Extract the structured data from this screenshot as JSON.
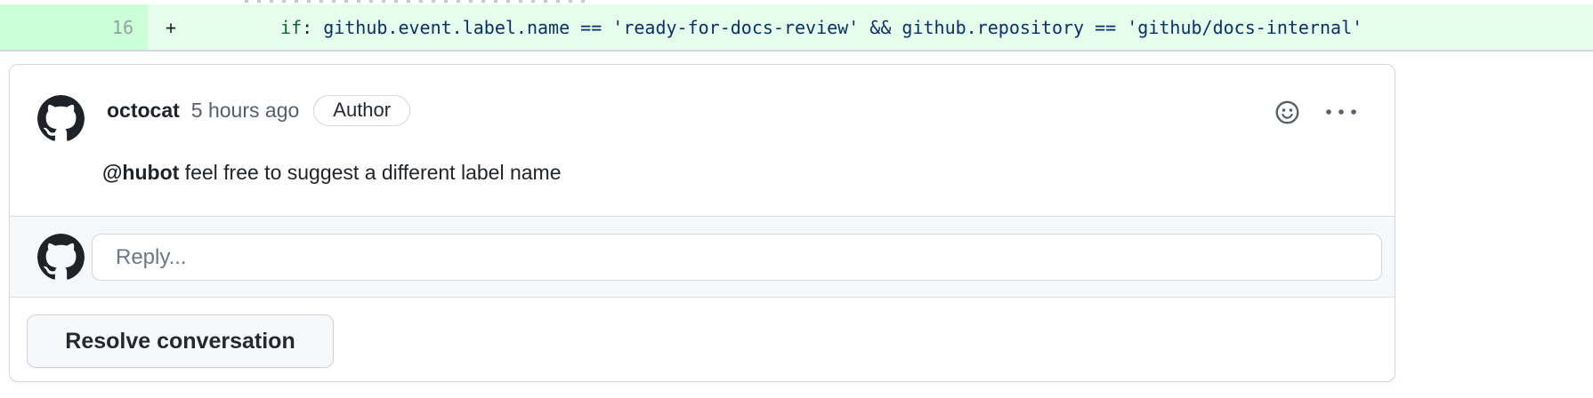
{
  "diff": {
    "line_number": "16",
    "marker": "+",
    "code_keyword": "if",
    "code_separator": ": ",
    "code_expression": "github.event.label.name == 'ready-for-docs-review' && github.repository == 'github/docs-internal'"
  },
  "comment": {
    "author": "octocat",
    "timestamp": "5 hours ago",
    "author_badge": "Author",
    "mention": "@hubot",
    "body_text": " feel free to suggest a different label name"
  },
  "reply": {
    "placeholder": "Reply..."
  },
  "actions": {
    "resolve_label": "Resolve conversation"
  },
  "colors": {
    "addition_bg": "#e6ffec",
    "addition_gutter_bg": "#ccffd8",
    "code_keyword": "#116329",
    "code_value": "#0a3069",
    "border": "#d0d7de",
    "muted_icon": "#57606a",
    "text": "#1f2328",
    "subtle_bg": "#f6f8fa"
  }
}
